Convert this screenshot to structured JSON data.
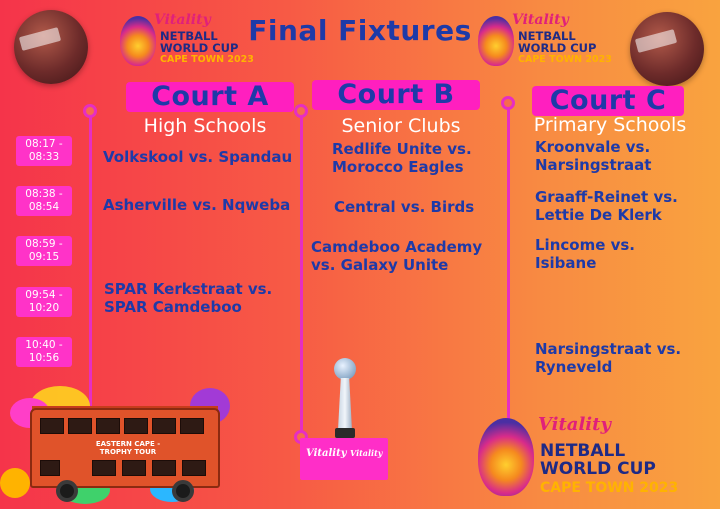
{
  "title": "Final Fixtures",
  "logo": {
    "brand": "Vitality",
    "line1": "NETBALL",
    "line2": "WORLD CUP",
    "city": "CAPE TOWN 2023"
  },
  "courts": [
    {
      "name": "Court A",
      "division": "High Schools"
    },
    {
      "name": "Court B",
      "division": "Senior Clubs"
    },
    {
      "name": "Court C",
      "division": "Primary Schools"
    }
  ],
  "times": [
    {
      "start": "08:17 -",
      "end": "08:33"
    },
    {
      "start": "08:38 -",
      "end": "08:54"
    },
    {
      "start": "08:59 -",
      "end": "09:15"
    },
    {
      "start": "09:54 -",
      "end": "10:20"
    },
    {
      "start": "10:40 -",
      "end": "10:56"
    }
  ],
  "fixtures": {
    "a": [
      {
        "l1": "Volkskool vs. Spandau",
        "l2": ""
      },
      {
        "l1": "Asherville vs. Nqweba",
        "l2": ""
      },
      {
        "l1": "SPAR Kerkstraat vs.",
        "l2": "SPAR Camdeboo"
      }
    ],
    "b": [
      {
        "l1": "Redlife Unite vs.",
        "l2": "Morocco Eagles"
      },
      {
        "l1": "Central vs. Birds",
        "l2": ""
      },
      {
        "l1": "Camdeboo Academy",
        "l2": "vs. Galaxy Unite"
      }
    ],
    "c": [
      {
        "l1": "Kroonvale vs.",
        "l2": "Narsingstraat"
      },
      {
        "l1": "Graaff-Reinet vs.",
        "l2": "Lettie De Klerk"
      },
      {
        "l1": "Lincome vs.",
        "l2": "Isibane"
      },
      {
        "l1": "Narsingstraat vs.",
        "l2": "Ryneveld"
      }
    ]
  },
  "bus": {
    "sign_line1": "EASTERN CAPE -",
    "sign_line2": "TROPHY TOUR"
  },
  "trophy_box": {
    "brand": "Vitality"
  },
  "colors": {
    "accent_pink": "#ff1fbf",
    "title_blue": "#1e3aa8",
    "cape_town_yellow": "#ffb300"
  },
  "icons": [
    "netball-icon",
    "trophy-icon",
    "bus-icon",
    "flame-logo-icon"
  ]
}
